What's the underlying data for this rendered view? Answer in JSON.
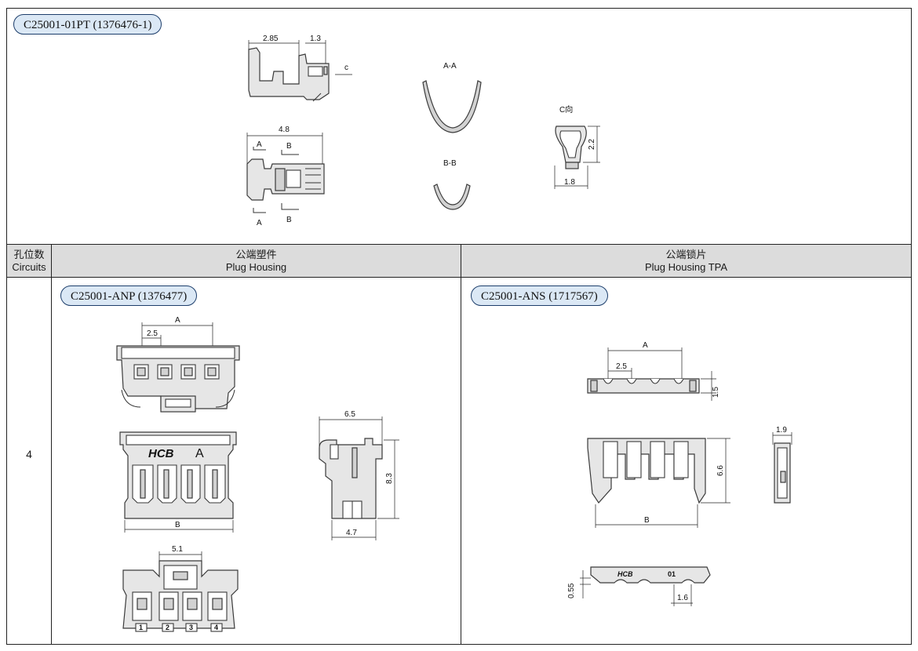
{
  "top": {
    "part": "C25001-01PT (1376476-1)",
    "dims": {
      "w285": "2.85",
      "w13": "1.3",
      "c": "c",
      "w48": "4.8",
      "a": "A",
      "b": "B",
      "h22": "2.2",
      "w18": "1.8"
    },
    "sections": {
      "aa": "A-A",
      "bb": "B-B",
      "cview": "C向"
    }
  },
  "table": {
    "col1": {
      "zh": "孔位数",
      "en": "Circuits"
    },
    "col2": {
      "zh": "公端塑件",
      "en": "Plug Housing"
    },
    "col3": {
      "zh": "公端锁片",
      "en": "Plug Housing TPA"
    },
    "circuits": "4"
  },
  "housing": {
    "part": "C25001-ANP (1376477)",
    "dims": {
      "a": "A",
      "p25": "2.5",
      "b": "B",
      "w65": "6.5",
      "h83": "8.3",
      "w47": "4.7",
      "w51": "5.1"
    },
    "marking": {
      "brand": "HCB",
      "letter": "A"
    },
    "pins": [
      "1",
      "2",
      "3",
      "4"
    ]
  },
  "tpa": {
    "part": "C25001-ANS (1717567)",
    "dims": {
      "a": "A",
      "p25": "2.5",
      "h15": "1.5",
      "b": "B",
      "h66": "6.6",
      "w19": "1.9",
      "t055": "0.55",
      "w16": "1.6"
    },
    "marking": {
      "brand": "HCB",
      "code": "01"
    }
  }
}
